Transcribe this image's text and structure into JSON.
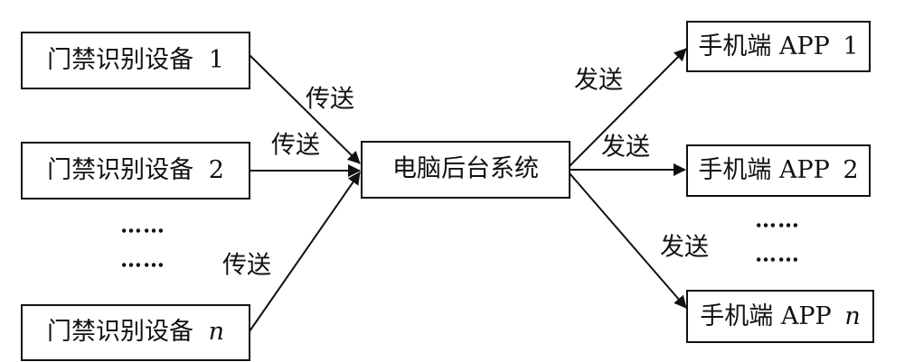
{
  "sources": [
    {
      "label": "门禁识别设备",
      "index": "1",
      "italic": false
    },
    {
      "label": "门禁识别设备",
      "index": "2",
      "italic": false
    },
    {
      "label": "门禁识别设备",
      "index": "n",
      "italic": true
    }
  ],
  "hub": {
    "label": "电脑后台系统"
  },
  "targets": [
    {
      "label": "手机端 APP",
      "index": "1",
      "italic": false
    },
    {
      "label": "手机端 APP",
      "index": "2",
      "italic": false
    },
    {
      "label": "手机端 APP",
      "index": "n",
      "italic": true
    }
  ],
  "edge_labels": {
    "transmit_1": "传送",
    "transmit_2": "传送",
    "transmit_n": "传送",
    "send_1": "发送",
    "send_2": "发送",
    "send_n": "发送"
  },
  "ellipses": {
    "left_1": "……",
    "left_2": "……",
    "right_1": "……",
    "right_2": "……"
  },
  "colors": {
    "stroke": "#111111",
    "background": "#ffffff"
  }
}
